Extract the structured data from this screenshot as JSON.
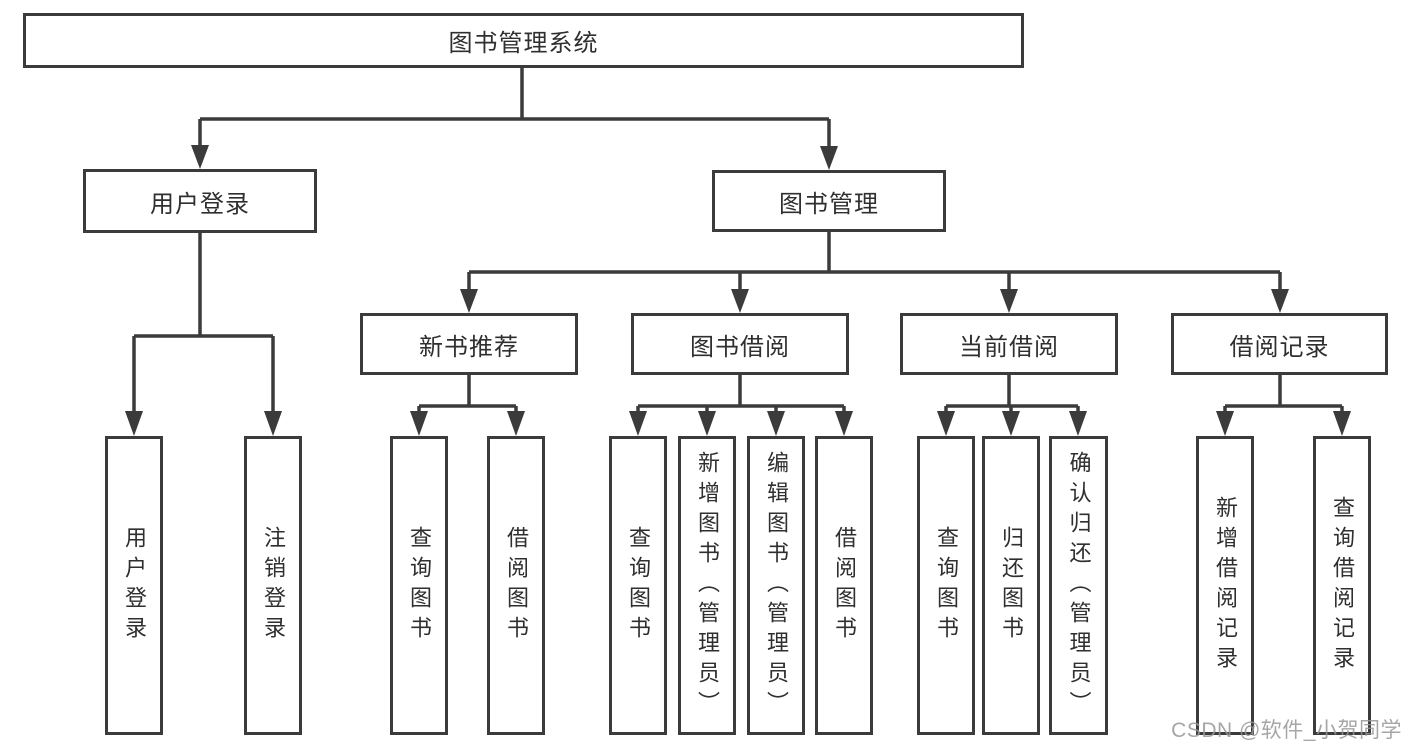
{
  "diagram": {
    "root": {
      "label": "图书管理系统",
      "children": [
        {
          "label": "用户登录",
          "children": [
            {
              "label": "用户登录"
            },
            {
              "label": "注销登录"
            }
          ]
        },
        {
          "label": "图书管理",
          "children": [
            {
              "label": "新书推荐",
              "children": [
                {
                  "label": "查询图书"
                },
                {
                  "label": "借阅图书"
                }
              ]
            },
            {
              "label": "图书借阅",
              "children": [
                {
                  "label": "查询图书"
                },
                {
                  "label": "新增图书（管理员）"
                },
                {
                  "label": "编辑图书（管理员）"
                },
                {
                  "label": "借阅图书"
                }
              ]
            },
            {
              "label": "当前借阅",
              "children": [
                {
                  "label": "查询图书"
                },
                {
                  "label": "归还图书"
                },
                {
                  "label": "确认归还（管理员）"
                }
              ]
            },
            {
              "label": "借阅记录",
              "children": [
                {
                  "label": "新增借阅记录"
                },
                {
                  "label": "查询借阅记录"
                }
              ]
            }
          ]
        }
      ]
    },
    "watermark": "CSDN @软件_小贺同学",
    "colors": {
      "line": "#3b3b3b",
      "box_border": "#3b3b3b",
      "text": "#2f2f2f",
      "background": "#ffffff",
      "watermark": "#969696"
    }
  }
}
